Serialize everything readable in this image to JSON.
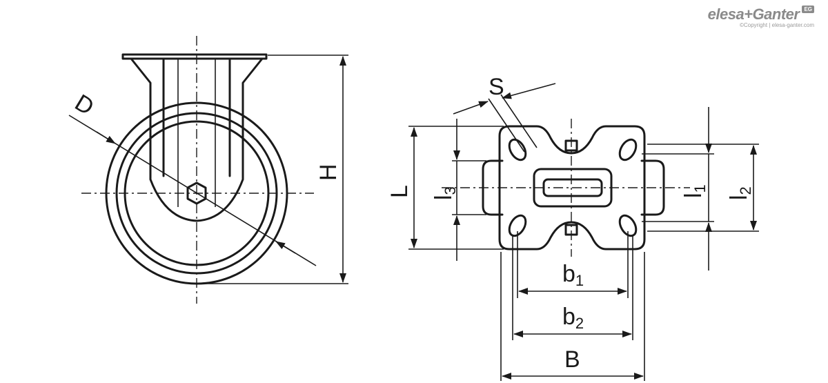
{
  "logo": {
    "brand": "elesa+Ganter",
    "badge": "EG",
    "copyright": "©Copyright | elesa-ganter.com"
  },
  "labels": {
    "D": "D",
    "H": "H",
    "S": "S",
    "L": "L",
    "l": "l",
    "l3_sub": "3",
    "l1_sub": "1",
    "l2_sub": "2",
    "b": "b",
    "b1_sub": "1",
    "b2_sub": "2",
    "B": "B"
  }
}
